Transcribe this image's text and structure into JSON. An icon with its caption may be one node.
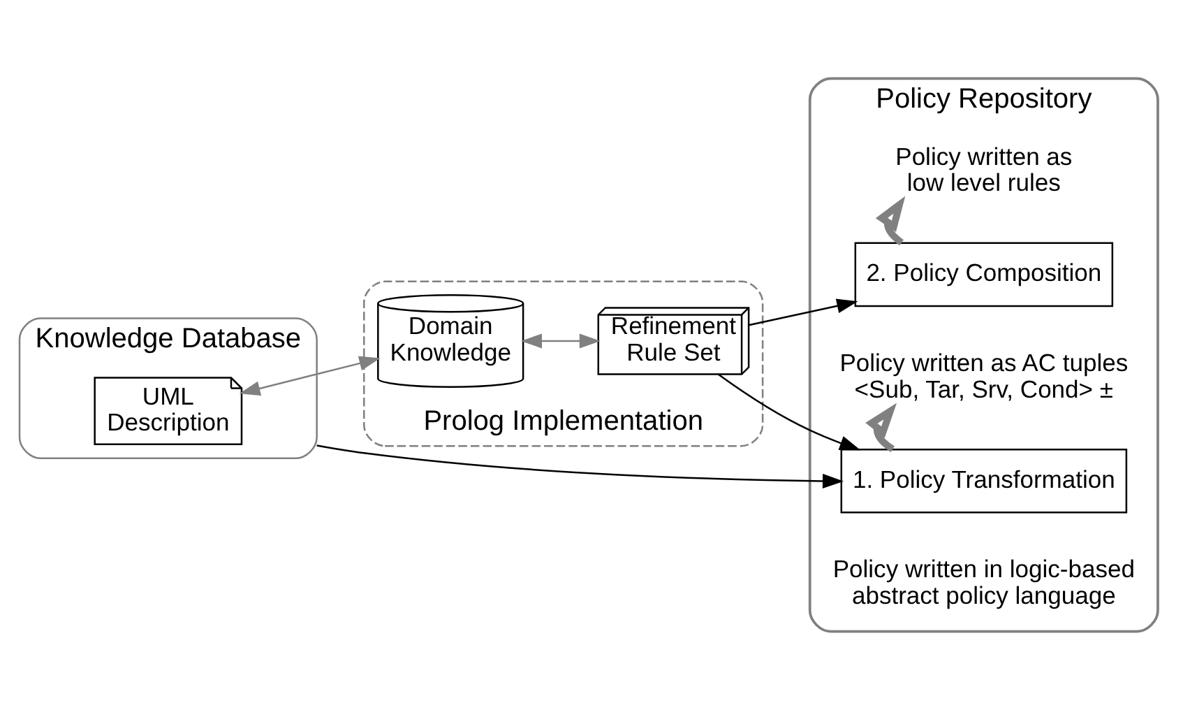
{
  "diagram": {
    "nodes": [
      {
        "text": [
          "Knowledge Database"
        ]
      },
      {
        "text": [
          "UML Description"
        ],
        "in": 0
      },
      {
        "text": [
          "Prolog Implementation"
        ]
      },
      {
        "text": [
          "Domain Knowledge"
        ],
        "in": 2
      },
      {
        "text": [
          "Refinement Rule Set"
        ],
        "in": 2
      },
      {
        "text": [
          "Policy Repository"
        ]
      },
      {
        "text": [
          "Policy written in logic-based abstract policy language"
        ],
        "in": 5
      },
      {
        "text": [
          "1. Policy Transformation"
        ],
        "in": 5
      },
      {
        "text": [
          "Policy written as AC tuples <Sub, Tar, Srv, Cond> ±"
        ],
        "in": 5
      },
      {
        "text": [
          "2. Policy Composition"
        ],
        "in": 5
      },
      {
        "text": [
          "Policy written as low level rules"
        ],
        "in": 5
      }
    ],
    "edges": [
      {
        "from": 1,
        "to": 3,
        "arrow": "both",
        "color": "#808080"
      },
      {
        "from": 3,
        "to": 4,
        "arrow": "both",
        "color": "#808080"
      },
      {
        "from": 0,
        "to": 7,
        "arrow": "to",
        "color": "#000000"
      },
      {
        "from": 4,
        "to": 7,
        "arrow": "to",
        "color": "#000000"
      },
      {
        "from": 4,
        "to": 9,
        "arrow": "to",
        "color": "#000000"
      },
      {
        "from": 7,
        "to": 8,
        "arrow": "to",
        "style": "thick",
        "color": "#808080"
      },
      {
        "from": 9,
        "to": 10,
        "arrow": "to",
        "style": "thick",
        "color": "#808080"
      }
    ]
  }
}
